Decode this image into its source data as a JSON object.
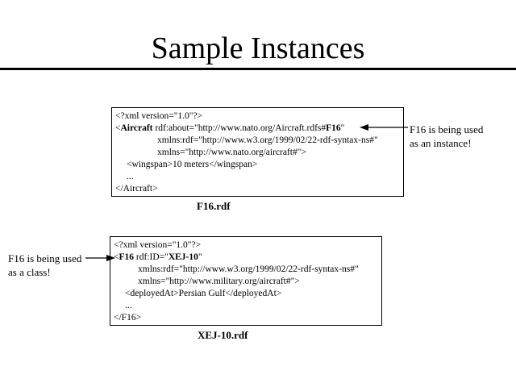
{
  "title": "Sample Instances",
  "box1": {
    "lines": [
      {
        "pre": "<?xml version=\"1.0\"?>",
        "bold": "",
        "post": ""
      },
      {
        "pre": "<",
        "bold": "Aircraft",
        "post": " rdf:about=\"http://www.nato.org/Aircraft.rdfs#",
        "bold2": "F16",
        "post2": "\""
      },
      {
        "pre": "xmlns:rdf=\"http://www.w3.org/1999/02/22-rdf-syntax-ns#\""
      },
      {
        "pre": "xmlns=\"http://www.nato.org/aircraft#\">"
      },
      {
        "pre": "<wingspan>10 meters</wingspan>"
      },
      {
        "pre": "..."
      },
      {
        "pre": "</Aircraft>"
      }
    ],
    "caption": "F16.rdf"
  },
  "box2": {
    "lines": [
      {
        "pre": "<?xml version=\"1.0\"?>"
      },
      {
        "pre": "<",
        "bold": "F16",
        "post": " rdf:ID=\"",
        "bold2": "XEJ-10",
        "post2": "\""
      },
      {
        "pre": "xmlns:rdf=\"http://www.w3.org/1999/02/22-rdf-syntax-ns#\""
      },
      {
        "pre": "xmlns=\"http://www.military.org/aircraft#\">"
      },
      {
        "pre": "<deployedAt>Persian Gulf</deployedAt>"
      },
      {
        "pre": "..."
      },
      {
        "pre": "</F16>"
      }
    ],
    "caption": "XEJ-10.rdf"
  },
  "note_instance": {
    "line1": "F16 is being used",
    "line2": "as an instance!"
  },
  "note_class": {
    "line1": "F16 is being used",
    "line2": "as a class!"
  }
}
